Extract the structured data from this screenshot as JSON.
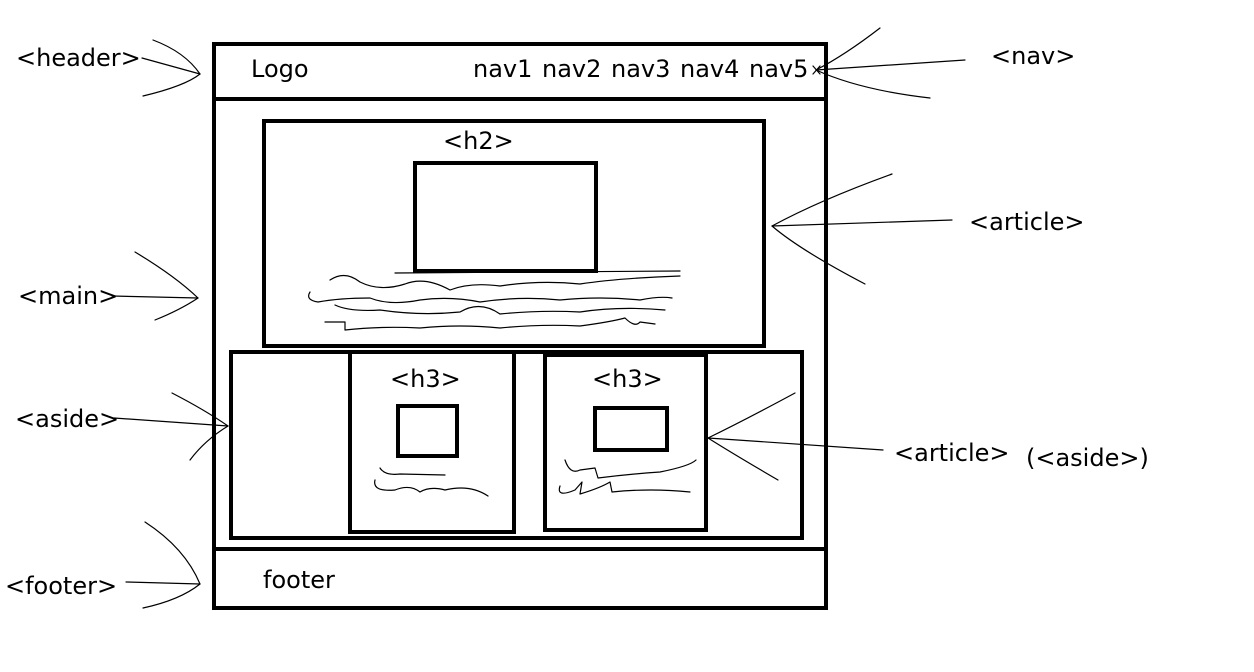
{
  "header": {
    "annotation": "<header>",
    "logo": "Logo",
    "nav_items": [
      "nav1",
      "nav2",
      "nav3",
      "nav4",
      "nav5"
    ],
    "nav_annotation": "<nav>"
  },
  "main": {
    "annotation": "<main>",
    "article": {
      "annotation": "<article>",
      "heading": "<h2>"
    },
    "aside": {
      "annotation": "<aside>",
      "articles": [
        {
          "heading": "<h3>"
        },
        {
          "heading": "<h3>"
        }
      ],
      "article_annotation": "<article>",
      "article_annotation_note": "(<aside>)"
    }
  },
  "footer": {
    "annotation": "<footer>",
    "text": "footer"
  }
}
